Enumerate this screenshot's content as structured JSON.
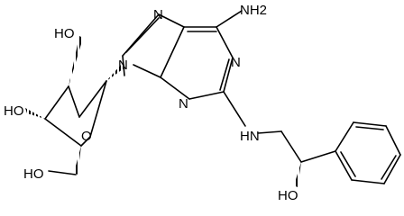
{
  "labels": {
    "n_imidazole_top": "N",
    "nh2": "NH2",
    "oh_c2": "HO",
    "n9": "N",
    "n1": "N",
    "oh_c3": "HO",
    "n3": "N",
    "ring_o": "O",
    "nh": "HN",
    "oh_c5": "HO",
    "oh_benzylic": "HO"
  }
}
